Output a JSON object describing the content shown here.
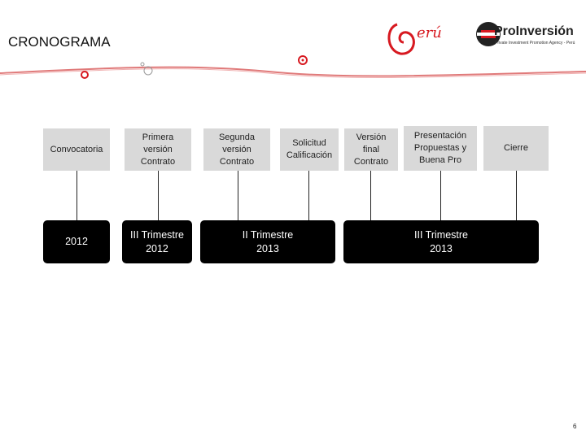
{
  "header": {
    "title": "CRONOGRAMA"
  },
  "logos": {
    "peru_text": "erú",
    "proinversion_name": "ProInversión",
    "proinversion_tagline": "Private Investment Promotion Agency - Perú"
  },
  "stages": [
    "Convocatoria",
    "Primera\nversión\nContrato",
    "Segunda\nversión\nContrato",
    "Solicitud\nCalificación",
    "Versión\nfinal\nContrato",
    "Presentación\nPropuestas y\nBuena Pro",
    "Cierre"
  ],
  "periods": [
    "2012",
    "III Trimestre\n2012",
    "II Trimestre\n2013",
    "III Trimestre\n2013"
  ],
  "page_number": "6",
  "colors": {
    "accent": "#d71920",
    "period_bg": "#000000",
    "stage_bg": "#d9d9d9"
  }
}
